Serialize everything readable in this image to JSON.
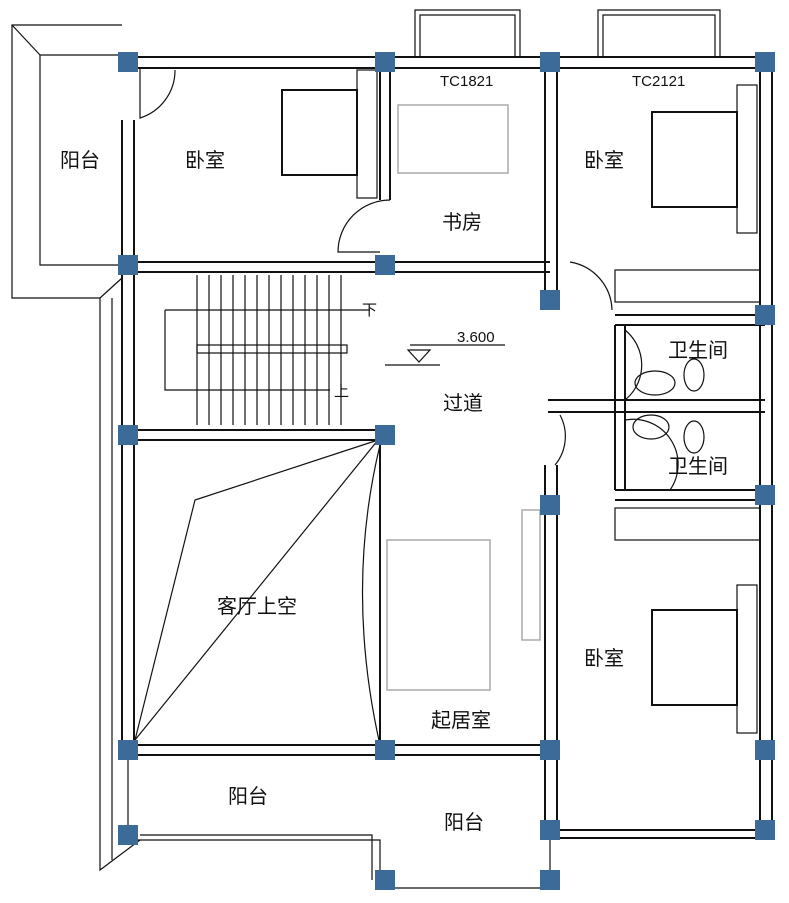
{
  "plan": {
    "elevation": "3.600",
    "stair_down": "下",
    "stair_up": "上",
    "windows": {
      "study_bay": "TC1821",
      "bedroom_bay": "TC2121"
    },
    "rooms": {
      "balcony_left": "阳台",
      "bedroom_nw": "卧室",
      "study": "书房",
      "bedroom_ne": "卧室",
      "corridor": "过道",
      "bath_upper": "卫生间",
      "bath_lower": "卫生间",
      "living_void": "客厅上空",
      "bedroom_se": "卧室",
      "family_room": "起居室",
      "balcony_bottom_left": "阳台",
      "balcony_bottom_right": "阳台"
    },
    "colors": {
      "column": "#3d6b99",
      "wall": "#111111"
    }
  }
}
